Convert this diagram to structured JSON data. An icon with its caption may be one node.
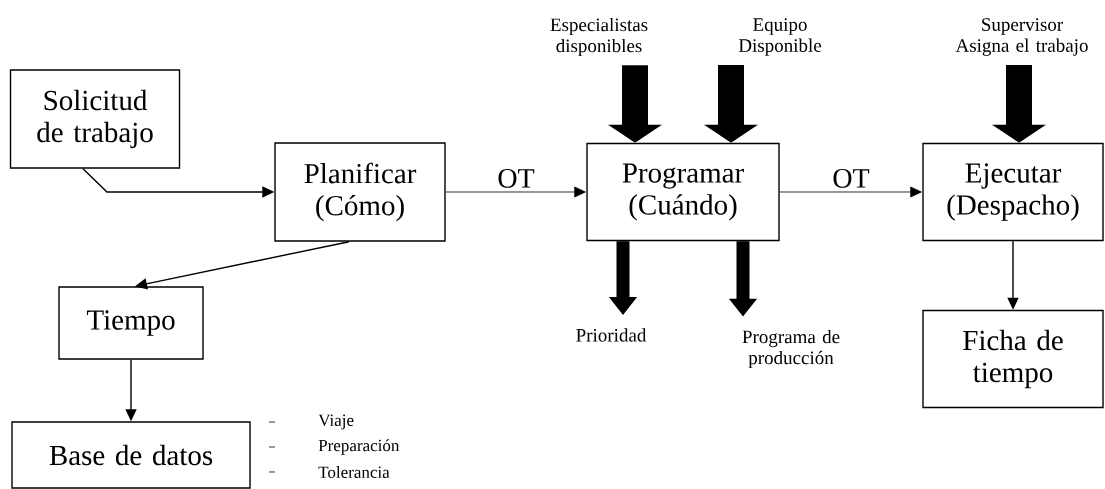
{
  "diagram": {
    "nodes": [
      {
        "text": [
          "Especialistas disponibles"
        ]
      },
      {
        "text": [
          "Equipo Disponible"
        ]
      },
      {
        "text": [
          "Supervisor Asigna el trabajo"
        ]
      },
      {
        "text": [
          "Solicitud de trabajo"
        ]
      },
      {
        "text": [
          "Planificar (Cómo)"
        ]
      },
      {
        "text": [
          "Programar (Cuándo)"
        ]
      },
      {
        "text": [
          "Ejecutar (Despacho)"
        ]
      },
      {
        "text": [
          "Tiempo"
        ]
      },
      {
        "text": [
          "Prioridad"
        ]
      },
      {
        "text": [
          "Programa de producción"
        ]
      },
      {
        "text": [
          "Ficha de tiempo"
        ]
      },
      {
        "text": [
          "Base de datos"
        ]
      }
    ],
    "edges": [
      {
        "from": 3,
        "to": 4,
        "arrow": "to"
      },
      {
        "from": 4,
        "to": 5,
        "arrow": "to",
        "label": "OT"
      },
      {
        "from": 5,
        "to": 6,
        "arrow": "to",
        "label": "OT"
      },
      {
        "from": 4,
        "to": 7,
        "arrow": "to"
      },
      {
        "from": 7,
        "to": 11,
        "arrow": "to"
      },
      {
        "from": 6,
        "to": 10,
        "arrow": "to"
      },
      {
        "from": 0,
        "to": 5,
        "arrow": "to",
        "style": "thick"
      },
      {
        "from": 1,
        "to": 5,
        "arrow": "to",
        "style": "thick"
      },
      {
        "from": 2,
        "to": 6,
        "arrow": "to",
        "style": "thick"
      },
      {
        "from": 5,
        "to": 8,
        "arrow": "to",
        "style": "thick"
      },
      {
        "from": 5,
        "to": 9,
        "arrow": "to",
        "style": "thick"
      }
    ],
    "labels": [
      "Viaje",
      "Preparación",
      "Tolerancia"
    ]
  }
}
